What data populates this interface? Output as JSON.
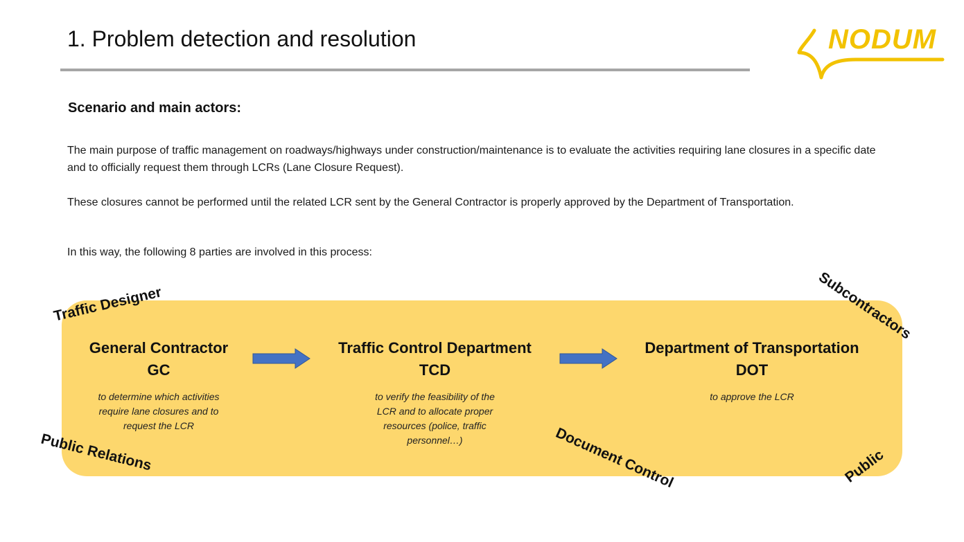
{
  "header": {
    "title": "1. Problem detection and resolution",
    "logo_text": "NODUM",
    "logo_color": "#f2c200"
  },
  "main": {
    "heading": "Scenario and main actors:",
    "paragraphs": [
      "The main purpose of traffic management on roadways/highways under construction/maintenance is to evaluate the activities requiring lane closures in a specific date and to officially request them through LCRs (Lane Closure Request).",
      "These closures cannot be performed until the related LCR sent by the General Contractor is properly approved by the Department of Transportation.",
      "In this way, the following 8 parties are involved in this process:"
    ]
  },
  "diagram": {
    "band_color": "#fdd76d",
    "arrow_color": "#4472c4",
    "actors": [
      {
        "name": "General Contractor",
        "abbr": "GC",
        "description": "to determine which activities require lane closures and to request the LCR"
      },
      {
        "name": "Traffic Control Department",
        "abbr": "TCD",
        "description": "to verify the feasibility of the LCR and to allocate proper resources (police, traffic personnel…)"
      },
      {
        "name": "Department of Transportation",
        "abbr": "DOT",
        "description": "to approve the LCR"
      }
    ],
    "other_parties": [
      "Traffic Designer",
      "Subcontractors",
      "Public Relations",
      "Document Control",
      "Public"
    ]
  }
}
